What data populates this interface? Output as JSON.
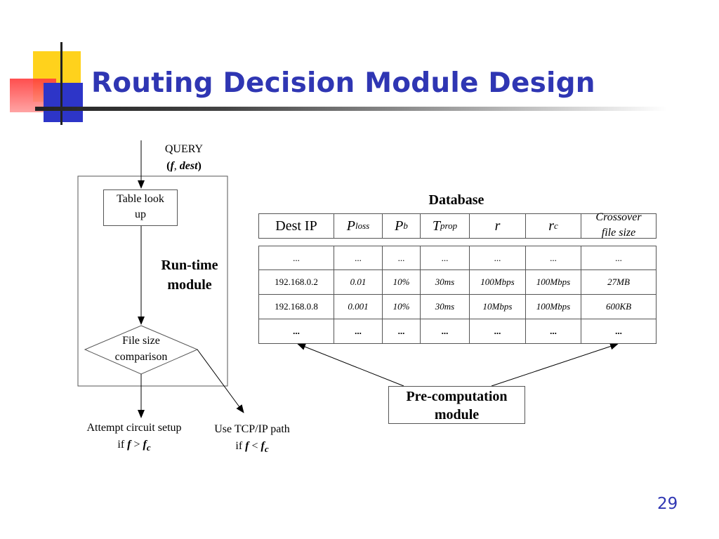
{
  "slide": {
    "title": "Routing Decision Module Design",
    "page_number": "29"
  },
  "diagram": {
    "query_label": "QUERY",
    "query_args": {
      "open": "(",
      "f": "f",
      "sep": ", ",
      "dest": "dest",
      "close": ")"
    },
    "table_lookup": {
      "line1": "Table look",
      "line2": "up"
    },
    "runtime_module": {
      "line1": "Run-time",
      "line2": "module"
    },
    "file_size_comparison": {
      "line1": "File size",
      "line2": "comparison"
    },
    "attempt_circuit": {
      "line1": "Attempt circuit setup",
      "if": "if",
      "f": "f",
      "op": ">",
      "fc": "f",
      "fc_sub": "c"
    },
    "use_tcp": {
      "line1": "Use TCP/IP path",
      "if": "if",
      "f": "f",
      "op": "<",
      "fc": "f",
      "fc_sub": "c"
    },
    "database_label": "Database",
    "precomputation_module": {
      "line1": "Pre-computation",
      "line2": "module"
    }
  },
  "table": {
    "headers": [
      {
        "main": "Dest IP",
        "sub": ""
      },
      {
        "main": "P",
        "sub": "loss"
      },
      {
        "main": "P",
        "sub": "b"
      },
      {
        "main": "T",
        "sub": "prop"
      },
      {
        "main": "r",
        "sub": ""
      },
      {
        "main": "r",
        "sub": "c"
      },
      {
        "main": "Crossover file size",
        "sub": ""
      }
    ],
    "rows": [
      [
        "...",
        "...",
        "...",
        "...",
        "...",
        "...",
        "..."
      ],
      [
        "192.168.0.2",
        "0.01",
        "10%",
        "30ms",
        "100Mbps",
        "100Mbps",
        "27MB"
      ],
      [
        "192.168.0.8",
        "0.001",
        "10%",
        "30ms",
        "10Mbps",
        "100Mbps",
        "600KB"
      ],
      [
        "...",
        "...",
        "...",
        "...",
        "...",
        "...",
        "..."
      ]
    ]
  },
  "colors": {
    "title": "#2f36b3",
    "page_number": "#2f36b3",
    "deco_yellow": "#ffd21c",
    "deco_red": "#ff3b3b",
    "deco_blue": "#2d35c8"
  }
}
